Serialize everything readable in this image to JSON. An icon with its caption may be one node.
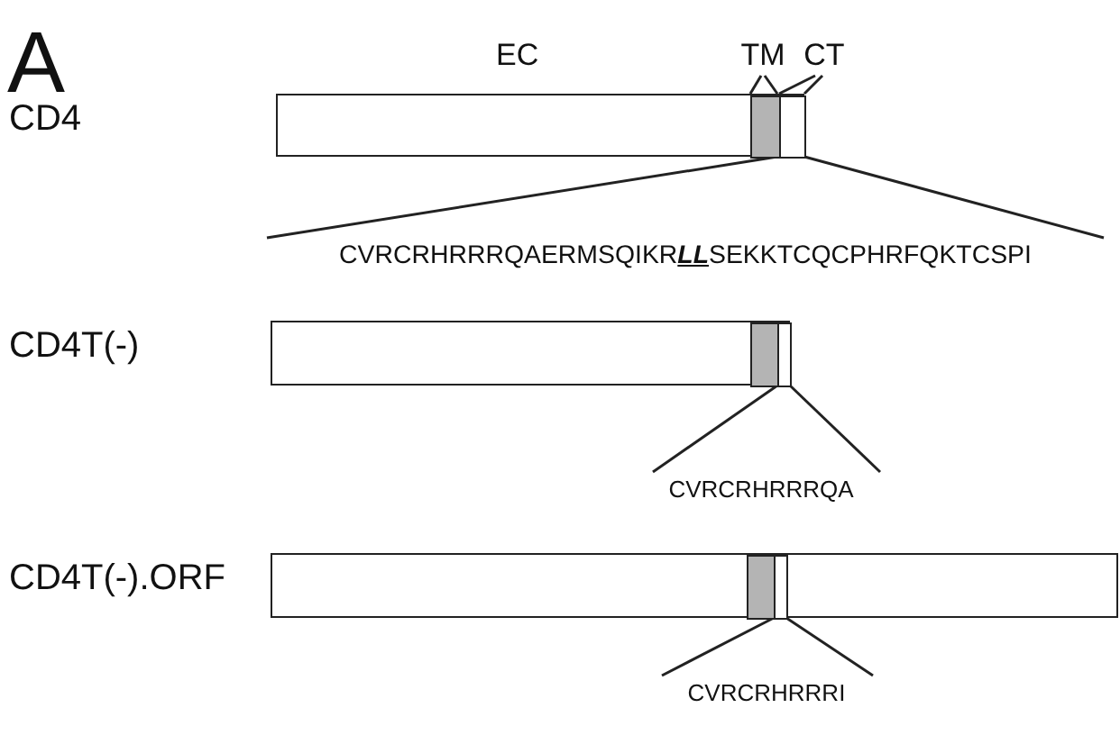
{
  "diagram": {
    "nodes": [
      {
        "text": [
          "TM"
        ]
      },
      {
        "text": [
          "CT"
        ]
      },
      {
        "text": [],
        "shape": "bar"
      },
      {
        "text": [],
        "shape": "bar",
        "in": 2
      },
      {
        "text": [],
        "shape": "bar",
        "in": 2
      },
      {
        "text": [
          "CVRCRHRRRQAERMSQIKR**LL**SEKKTCQCPHRFQKTCSPI"
        ]
      },
      {
        "text": [],
        "shape": "bar"
      },
      {
        "text": [],
        "shape": "bar",
        "in": 6
      },
      {
        "text": [],
        "shape": "bar",
        "in": 6
      },
      {
        "text": [
          "CVRCRHRRRQA"
        ]
      },
      {
        "text": [],
        "shape": "bar"
      },
      {
        "text": [],
        "shape": "bar",
        "in": 10
      },
      {
        "text": [],
        "shape": "bar",
        "in": 10
      },
      {
        "text": [
          "CVRCRHRRRI"
        ]
      }
    ],
    "edges": [
      {
        "from": 0,
        "to": 3,
        "arrow": "none"
      },
      {
        "from": 0,
        "to": 3,
        "arrow": "none"
      },
      {
        "from": 1,
        "to": 4,
        "arrow": "none"
      },
      {
        "from": 1,
        "to": 4,
        "arrow": "none"
      },
      {
        "from": 4,
        "to": 5,
        "arrow": "none"
      },
      {
        "from": 4,
        "to": 5,
        "arrow": "none"
      },
      {
        "from": 8,
        "to": 9,
        "arrow": "none"
      },
      {
        "from": 8,
        "to": 9,
        "arrow": "none"
      },
      {
        "from": 12,
        "to": 13,
        "arrow": "none"
      },
      {
        "from": 12,
        "to": 13,
        "arrow": "none"
      }
    ],
    "labels": [
      "A",
      "EC",
      "CD4",
      "CD4T(-)",
      "CD4T(-).ORF"
    ]
  }
}
